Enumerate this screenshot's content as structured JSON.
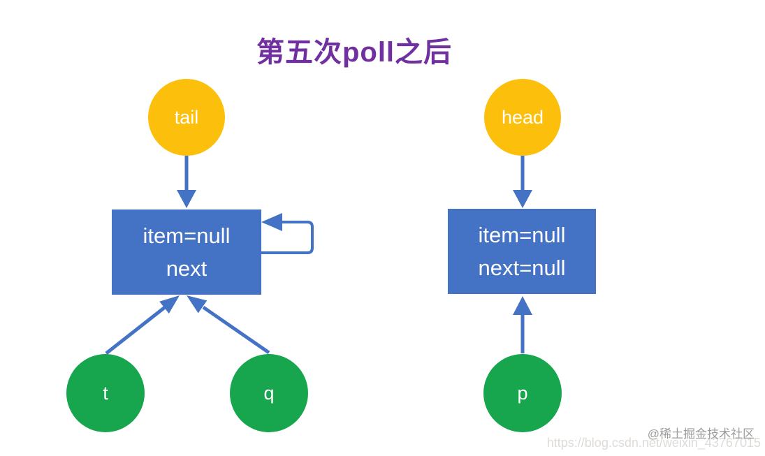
{
  "title": "第五次poll之后",
  "left_group": {
    "pointer_label": "tail",
    "node": {
      "line1": "item=null",
      "line2": "next"
    },
    "var_labels": [
      "t",
      "q"
    ]
  },
  "right_group": {
    "pointer_label": "head",
    "node": {
      "line1": "item=null",
      "line2": "next=null"
    },
    "var_labels": [
      "p"
    ]
  },
  "watermark": {
    "community": "@稀土掘金技术社区",
    "url": "https://blog.csdn.net/weixin_43767015"
  },
  "colors": {
    "node_blue": "#4472C4",
    "pointer_gold": "#FCBF0C",
    "var_green": "#17A64D",
    "title_purple": "#7030A0",
    "watermark_gray": "#9C9C9C",
    "watermark_faint": "#DEDBD8"
  }
}
